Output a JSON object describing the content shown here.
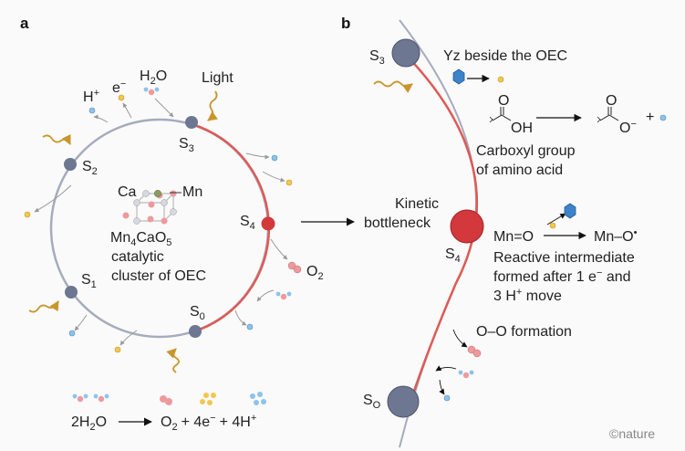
{
  "panel_a": {
    "letter": "a",
    "states": {
      "s0": "S",
      "s0_sub": "0",
      "s1": "S",
      "s1_sub": "1",
      "s2": "S",
      "s2_sub": "2",
      "s3": "S",
      "s3_sub": "3",
      "s4": "S",
      "s4_sub": "4"
    },
    "proton": "H",
    "proton_sup": "+",
    "electron": "e",
    "electron_sup": "−",
    "water": "H",
    "water_sub": "2",
    "water_end": "O",
    "light": "Light",
    "oxygen": "O",
    "oxygen_sub": "2",
    "cluster": {
      "ca": "Ca",
      "mn": "Mn",
      "formula_a": "Mn",
      "formula_sub1": "4",
      "formula_b": "CaO",
      "formula_sub2": "5",
      "line2": "catalytic",
      "line3": "cluster of OEC"
    },
    "equation": {
      "left_coef": "2H",
      "left_sub": "2",
      "left_end": "O",
      "o2": "O",
      "o2_sub": "2",
      "electrons": "+ 4e",
      "electrons_sup": "−",
      "protons": "+ 4H",
      "protons_sup": "+"
    }
  },
  "panel_b": {
    "letter": "b",
    "s3": "S",
    "s3_sub": "3",
    "s4": "S",
    "s4_sub": "4",
    "s0": "S",
    "s0_sub": "O",
    "yz": "Yz beside the OEC",
    "carboxyl_o": "O",
    "carboxyl_oh": "OH",
    "carboxyl_o2": "O",
    "carboxyl_minus": "O",
    "carboxyl_minus_sup": "−",
    "plus": "+",
    "carboxyl_label1": "Carboxyl group",
    "carboxyl_label2": "of amino acid",
    "bottleneck1": "Kinetic",
    "bottleneck2": "bottleneck",
    "mn_o": "Mn=O",
    "mn_radical": "Mn–O",
    "mn_radical_sup": "•",
    "reactive1": "Reactive intermediate",
    "reactive2a": "formed after 1 e",
    "reactive2_sup": "−",
    "reactive2b": " and",
    "reactive3a": "3 H",
    "reactive3_sup": "+",
    "reactive3b": " move",
    "oo": "O–O formation"
  },
  "brand": "©nature",
  "colors": {
    "state_gray": "#6d7791",
    "state_red": "#d2383c",
    "path_red": "#de5a55",
    "path_gray": "#a6abbd",
    "oxygen_pink": "#ee9a9d",
    "electron_yellow": "#f3c64e",
    "proton_blue": "#8bc3ec",
    "light_gold": "#c8962d"
  }
}
